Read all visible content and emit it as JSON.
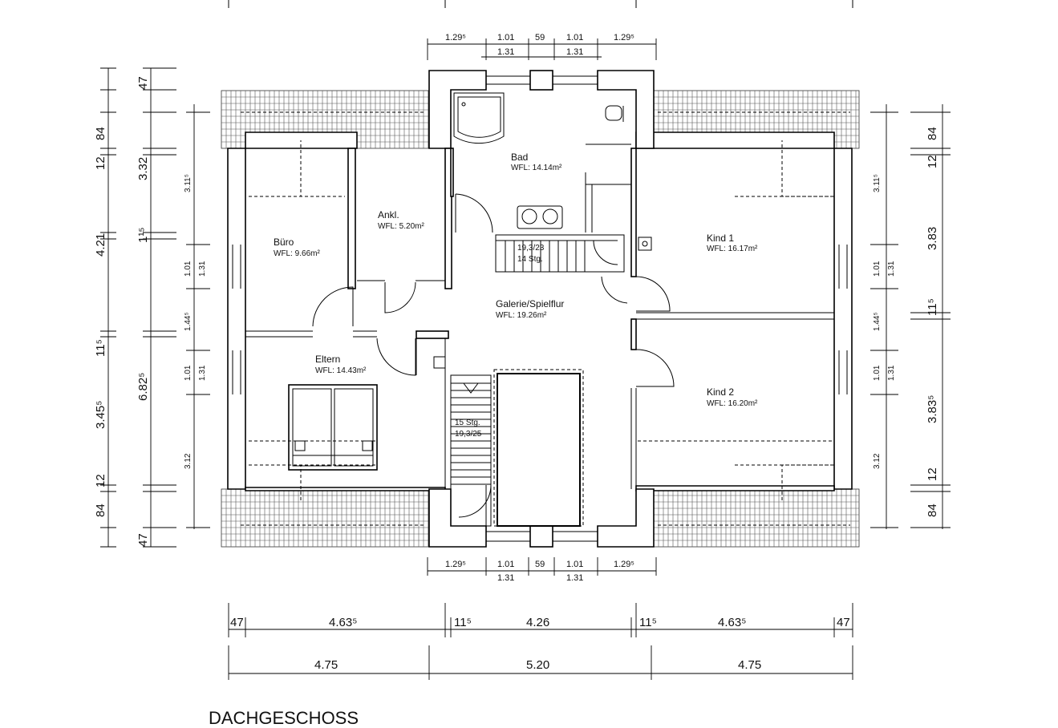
{
  "title": "DACHGESCHOSS",
  "rooms": [
    {
      "name": "Bad",
      "area": "WFL: 14.14m²"
    },
    {
      "name": "Ankl.",
      "area": "WFL: 5.20m²"
    },
    {
      "name": "Büro",
      "area": "WFL: 9.66m²"
    },
    {
      "name": "Kind 1",
      "area": "WFL: 16.17m²"
    },
    {
      "name": "Galerie/Spielflur",
      "area": "WFL: 19.26m²"
    },
    {
      "name": "Eltern",
      "area": "WFL: 14.43m²"
    },
    {
      "name": "Kind 2",
      "area": "WFL: 16.20m²"
    }
  ],
  "stairs": [
    {
      "ratio": "19,3/23",
      "steps": "14 Stg."
    },
    {
      "ratio": "19,3/25",
      "steps": "15 Stg."
    }
  ],
  "dimensions": {
    "top_row1": [
      "1.29⁵",
      "1.01",
      "59",
      "1.01",
      "1.29⁵"
    ],
    "top_row2": [
      "1.31",
      "1.31"
    ],
    "bottom_row1": [
      "1.29⁵",
      "1.01",
      "59",
      "1.01",
      "1.29⁵"
    ],
    "bottom_row2": [
      "1.31",
      "1.31"
    ],
    "overall_row1": [
      "47",
      "4.63⁵",
      "11⁵",
      "4.26",
      "11⁵",
      "4.63⁵",
      "47"
    ],
    "overall_row2": [
      "4.75",
      "5.20",
      "4.75"
    ],
    "left_outer": [
      "47",
      "84",
      "12",
      "4.21",
      "11⁵",
      "3.45⁵",
      "12",
      "84",
      "47"
    ],
    "left_mid": [
      "3.32",
      "1¹⁵",
      "6.82⁵"
    ],
    "left_inner_a": [
      "3.11⁵",
      "1.01",
      "1.44⁵",
      "1.01",
      "3.12"
    ],
    "left_inner_b": [
      "1.31",
      "1.31"
    ],
    "right_outer": [
      "84",
      "12",
      "3.83",
      "11⁵",
      "3.83⁵",
      "12",
      "84"
    ],
    "right_inner_a": [
      "3.11⁵",
      "1.01",
      "1.44⁵",
      "1.01",
      "3.12"
    ],
    "right_inner_b": [
      "1.31",
      "1.31"
    ]
  }
}
